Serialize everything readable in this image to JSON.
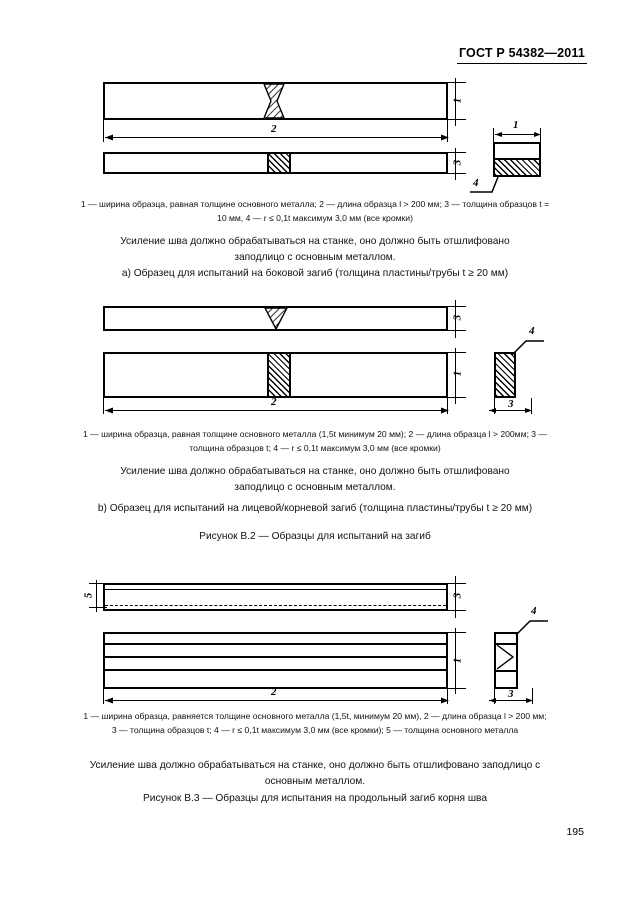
{
  "document": {
    "standard_header": "ГОСТ Р 54382—2011",
    "page_number": "195"
  },
  "figure_b2": {
    "section_a": {
      "dim_top_thickness": "1",
      "dim_length": "2",
      "dim_bottom_thickness": "3",
      "cross_section_width": "1",
      "cross_section_corner": "4",
      "caption": "1 — ширина образца, равная толщине основного металла; 2 — длина образца l > 200 мм; 3 — толщина образцов t = 10 мм, 4 — r ≤ 0,1t максимум 3,0 мм (все кромки)",
      "note": "Усиление шва должно обрабатываться на станке, оно должно быть отшлифовано заподлицо с основным металлом.",
      "label": "а) Образец  для испытаний на боковой загиб (толщина пластины/трубы t ≥ 20 мм)"
    },
    "section_b": {
      "dim_top_thickness": "3",
      "dim_bottom_thickness": "1",
      "dim_length": "2",
      "cross_section_width": "3",
      "cross_section_corner": "4",
      "caption": "1 — ширина образца, равная толщине основного металла (1,5t минимум 20 мм); 2 — длина образца l > 200мм; 3 — толщина образцов t; 4 — r ≤ 0,1t максимум 3,0 мм (все кромки)",
      "note": "Усиление шва должно обрабатываться на станке, оно должно быть отшлифовано заподлицо с основным металлом.",
      "label": "b) Образец  для испытаний на лицевой/корневой загиб (толщина пластины/трубы t ≥ 20 мм)"
    },
    "title": "Рисунок В.2 — Образцы для испытаний на загиб"
  },
  "figure_b3": {
    "dim_base_metal_thickness": "5",
    "dim_top_thickness": "3",
    "dim_bottom_thickness": "1",
    "dim_length": "2",
    "cross_section_width": "3",
    "cross_section_corner": "4",
    "caption": "1 — ширина образца,  равняется  толщине основного металла (1,5t, минимум 20 мм), 2 — длина образца l > 200 мм; 3 — толщина образцов t; 4 — r ≤ 0,1t максимум 3,0 мм (все кромки); 5 — толщина основного металла",
    "note": "Усиление шва должно обрабатываться на станке, оно должно быть отшлифовано заподлицо с основным металлом.",
    "title": "Рисунок В.3 — Образцы для испытания на продольный загиб корня шва"
  }
}
